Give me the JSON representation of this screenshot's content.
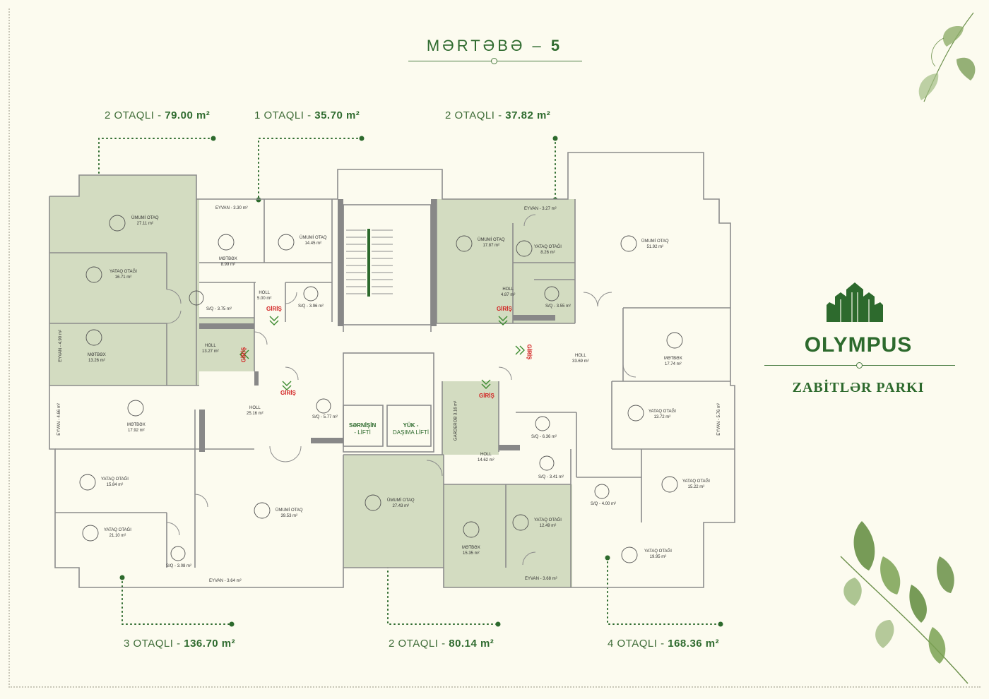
{
  "floor": {
    "label": "MƏRTƏBƏ –",
    "number": "5"
  },
  "apartments": {
    "a1": {
      "rooms": "2 OTAQLI -",
      "area": "79.00 m²"
    },
    "a2": {
      "rooms": "1 OTAQLI -",
      "area": "35.70 m²"
    },
    "a3": {
      "rooms": "2 OTAQLI -",
      "area": "37.82 m²"
    },
    "a4": {
      "rooms": "3 OTAQLI -",
      "area": "136.70 m²"
    },
    "a5": {
      "rooms": "2 OTAQLI -",
      "area": "80.14 m²"
    },
    "a6": {
      "rooms": "4 OTAQLI -",
      "area": "168.36 m²"
    }
  },
  "rooms": [
    {
      "name": "ÜMUMİ OTAQ",
      "area": "27.11 m²"
    },
    {
      "name": "EYVAN",
      "area": "3.30 m²"
    },
    {
      "name": "MƏTBƏX",
      "area": "8.99 m²"
    },
    {
      "name": "ÜMUMİ OTAQ",
      "area": "14.45 m²"
    },
    {
      "name": "YATAQ OTAĞI",
      "area": "16.71 m²"
    },
    {
      "name": "S/Q",
      "area": "3.75 m²"
    },
    {
      "name": "HOLL",
      "area": "5.00 m²"
    },
    {
      "name": "S/Q",
      "area": "3.96 m²"
    },
    {
      "name": "EYVAN",
      "area": "4.90 m²"
    },
    {
      "name": "MƏTBƏX",
      "area": "13.26 m²"
    },
    {
      "name": "HOLL",
      "area": "13.27 m²"
    },
    {
      "name": "ÜMUMİ OTAQ",
      "area": "17.87 m²"
    },
    {
      "name": "EYVAN",
      "area": "3.27 m²"
    },
    {
      "name": "YATAQ OTAĞI",
      "area": "8.26 m²"
    },
    {
      "name": "HOLL",
      "area": "4.87 m²"
    },
    {
      "name": "S/Q",
      "area": "3.55 m²"
    },
    {
      "name": "ÜMUMİ OTAQ",
      "area": "51.92 m²"
    },
    {
      "name": "HOLL",
      "area": "33.69 m²"
    },
    {
      "name": "MƏTBƏX",
      "area": "17.74 m²"
    },
    {
      "name": "EYVAN",
      "area": "4.66 m²"
    },
    {
      "name": "MƏTBƏX",
      "area": "17.92 m²"
    },
    {
      "name": "HOLL",
      "area": "25.16 m²"
    },
    {
      "name": "S/Q",
      "area": "5.77 m²"
    },
    {
      "name": "GARDEROB",
      "area": "3.16 m²"
    },
    {
      "name": "YATAQ OTAĞI",
      "area": "13.72 m²"
    },
    {
      "name": "EYVAN",
      "area": "5.76 m²"
    },
    {
      "name": "S/Q",
      "area": "6.36 m²"
    },
    {
      "name": "HOLL",
      "area": "14.62 m²"
    },
    {
      "name": "S/Q",
      "area": "3.41 m²"
    },
    {
      "name": "YATAQ OTAĞI",
      "area": "15.84 m²"
    },
    {
      "name": "ÜMUMİ OTAQ",
      "area": "39.53 m²"
    },
    {
      "name": "ÜMUMİ OTAQ",
      "area": "27.43 m²"
    },
    {
      "name": "YATAQ OTAĞI",
      "area": "12.49 m²"
    },
    {
      "name": "S/Q",
      "area": "4.00 m²"
    },
    {
      "name": "YATAQ OTAĞI",
      "area": "15.22 m²"
    },
    {
      "name": "YATAQ OTAĞI",
      "area": "21.10 m²"
    },
    {
      "name": "S/Q",
      "area": "3.08 m²"
    },
    {
      "name": "MƏTBƏX",
      "area": "15.35 m²"
    },
    {
      "name": "YATAQ OTAĞI",
      "area": "19.95 m²"
    },
    {
      "name": "EYVAN",
      "area": "3.64 m²"
    },
    {
      "name": "EYVAN",
      "area": "3.68 m²"
    }
  ],
  "lifts": {
    "passenger_a": "SƏRNİŞİN",
    "passenger_b": "- LİFTİ",
    "cargo_a": "YÜK -",
    "cargo_b": "DAŞIMA LİFTİ"
  },
  "entrance": "GİRİŞ",
  "brand": {
    "name": "OLYMPUS",
    "subtitle": "ZABİTLƏR PARKI"
  },
  "colors": {
    "accent": "#2d6a2d",
    "highlight_fill": "#d3dcc1",
    "entrance": "#d21f1f",
    "wall": "#8c8c8c"
  }
}
